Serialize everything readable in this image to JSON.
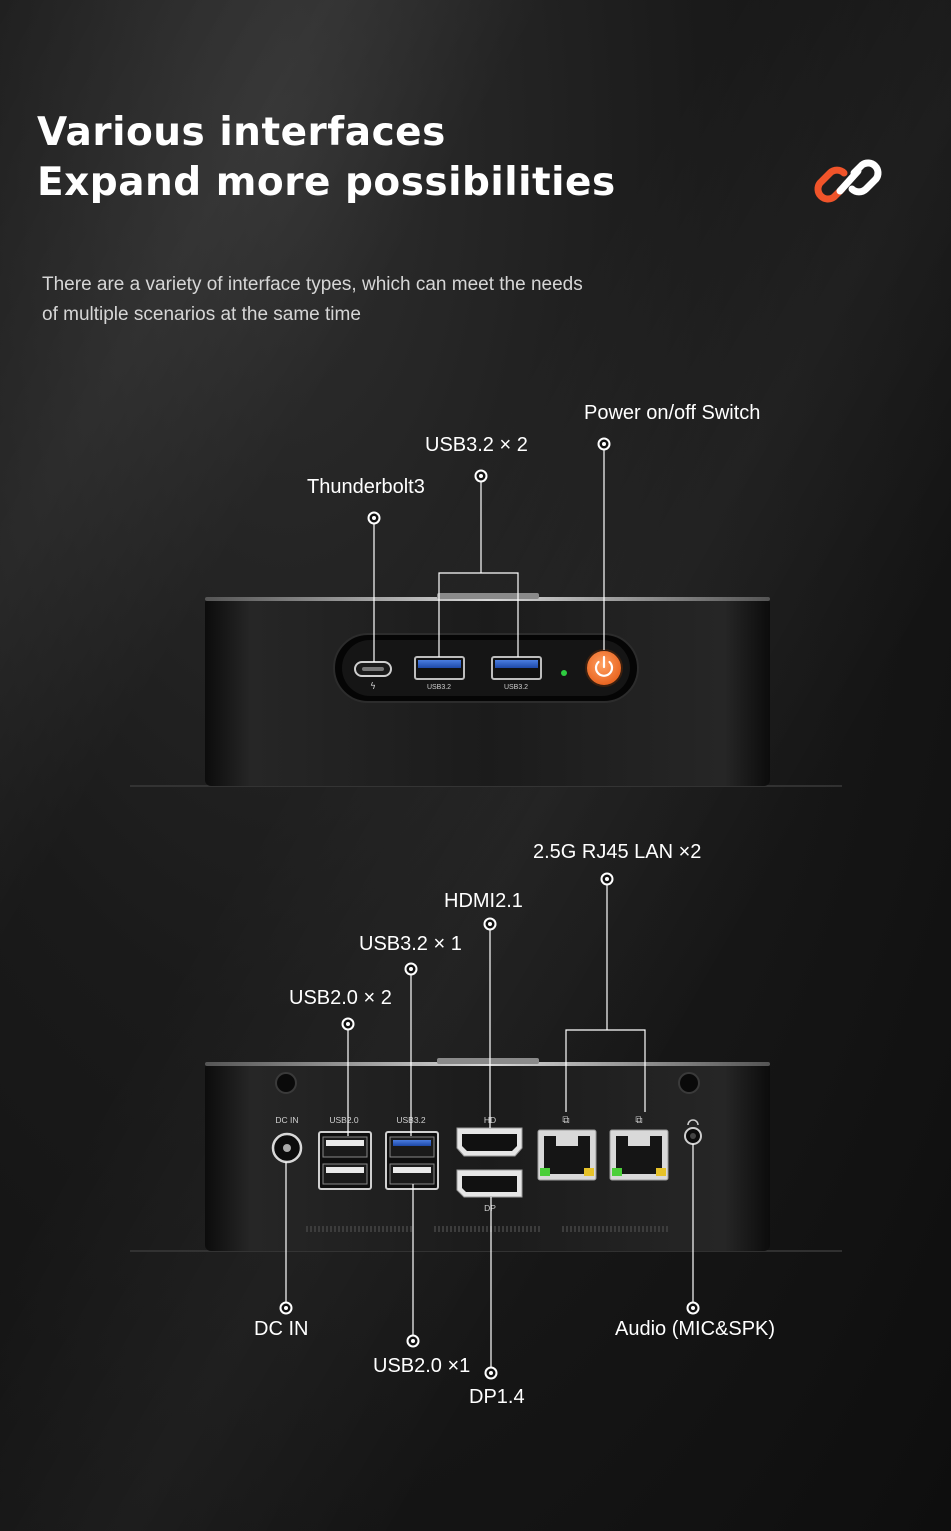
{
  "header": {
    "title_line1": "Various interfaces",
    "title_line2": "Expand more possibilities",
    "subtitle_line1": "There are a variety of interface types, which can meet the needs",
    "subtitle_line2": "of multiple scenarios at the same time"
  },
  "icons": {
    "header_icon": "chain-link-icon"
  },
  "colors": {
    "accent": "#f0542a",
    "power_button": "#f07a2a",
    "indicator": "#2ecc40"
  },
  "front_panel": {
    "callouts": {
      "power": "Power on/off Switch",
      "usb32": "USB3.2 × 2",
      "thunderbolt": "Thunderbolt3"
    },
    "port_marks": {
      "usb_a": "USB3.2",
      "usb_b": "USB3.2",
      "tb": "ϟ"
    }
  },
  "rear_panel": {
    "callouts": {
      "lan": "2.5G RJ45 LAN ×2",
      "hdmi": "HDMI2.1",
      "usb32": "USB3.2 × 1",
      "usb20": "USB2.0 × 2",
      "dcin": "DC IN",
      "audio": "Audio (MIC&SPK)",
      "usb20_single": "USB2.0 ×1",
      "dp": "DP1.4"
    },
    "port_marks": {
      "dcin": "DC IN",
      "usb20": "USB2.0",
      "usb32": "USB3.2",
      "hd": "HD",
      "dp": "DP"
    }
  }
}
